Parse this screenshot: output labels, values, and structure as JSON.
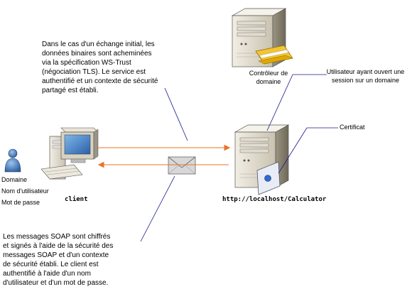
{
  "notes": {
    "top": "Dans le cas d'un échange initial, les\ndonnées binaires sont acheminées\nvia la spécification WS-Trust\n(négociation TLS). Le service est\nauthentifié et un contexte de sécurité\npartagé est établi.",
    "bottom": "Les messages SOAP sont chiffrés\net signés à l'aide de la sécurité des\nmessages SOAP et d'un contexte\nde sécurité établi. Le client est\nauthentifié à l'aide d'un nom\nd'utilisateur et d'un mot de passe."
  },
  "labels": {
    "domain_controller": "Contrôleur de\ndomaine",
    "logged_user": "Utilisateur ayant ouvert une\nsession sur un domaine",
    "certificate": "Certificat",
    "client": "client",
    "service_url": "http://localhost/Calculator",
    "user_domain": "Domaine",
    "user_name": "Nom d'utilisateur",
    "password": "Mot de passe"
  },
  "colors": {
    "callout_line": "#1a1a8c",
    "arrow": "#e8742a",
    "user_icon": "#3a6aa8"
  }
}
